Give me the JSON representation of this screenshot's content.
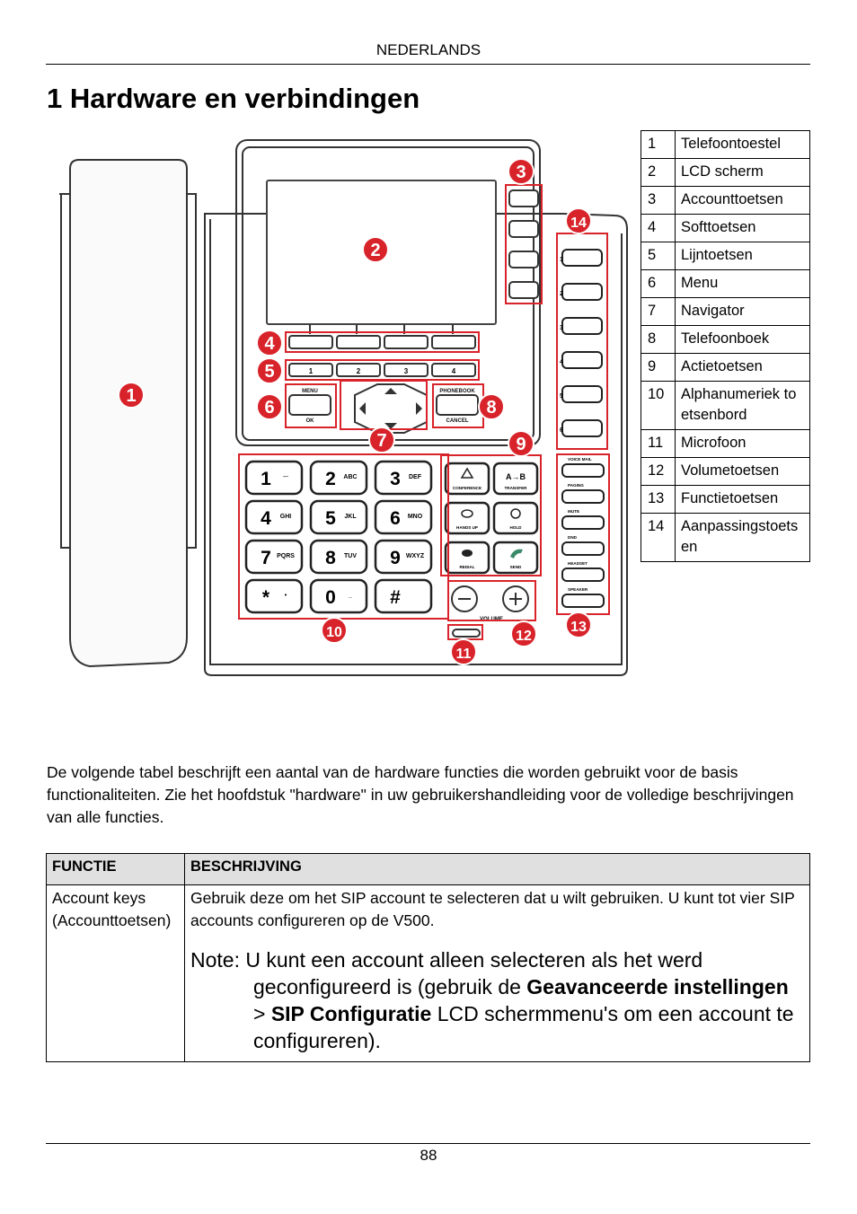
{
  "header": {
    "language": "NEDERLANDS"
  },
  "title": "1 Hardware en verbindingen",
  "legend": [
    {
      "num": "1",
      "label": "Telefoontoestel"
    },
    {
      "num": "2",
      "label": "LCD scherm"
    },
    {
      "num": "3",
      "label": "Accounttoetsen"
    },
    {
      "num": "4",
      "label": "Softtoetsen"
    },
    {
      "num": "5",
      "label": "Lijntoetsen"
    },
    {
      "num": "6",
      "label": "Menu"
    },
    {
      "num": "7",
      "label": "Navigator"
    },
    {
      "num": "8",
      "label": "Telefoonboek"
    },
    {
      "num": "9",
      "label": "Actietoetsen"
    },
    {
      "num": "10",
      "label": "Alphanumeriek toetsenbord"
    },
    {
      "num": "11",
      "label": "Microfoon"
    },
    {
      "num": "12",
      "label": "Volumetoetsen"
    },
    {
      "num": "13",
      "label": "Functietoetsen"
    },
    {
      "num": "14",
      "label": "Aanpassingstoetsen"
    }
  ],
  "figure": {
    "callouts": [
      "1",
      "2",
      "3",
      "4",
      "5",
      "6",
      "7",
      "8",
      "9",
      "10",
      "11",
      "12",
      "13",
      "14"
    ],
    "line_keys": [
      "1",
      "2",
      "3",
      "4"
    ],
    "menu_top": "MENU",
    "menu_bottom": "OK",
    "phonebook_top": "PHONEBOOK",
    "phonebook_bottom": "CANCEL",
    "keypad": [
      {
        "digit": "1",
        "sub": "∙∙∙"
      },
      {
        "digit": "2",
        "sub": "ABC"
      },
      {
        "digit": "3",
        "sub": "DEF"
      },
      {
        "digit": "4",
        "sub": "GHI"
      },
      {
        "digit": "5",
        "sub": "JKL"
      },
      {
        "digit": "6",
        "sub": "MNO"
      },
      {
        "digit": "7",
        "sub": "PQRS"
      },
      {
        "digit": "8",
        "sub": "TUV"
      },
      {
        "digit": "9",
        "sub": "WXYZ"
      },
      {
        "digit": "*",
        "sub": "•"
      },
      {
        "digit": "0",
        "sub": "_"
      },
      {
        "digit": "#",
        "sub": ""
      }
    ],
    "action_keys": [
      "CONFERENCE",
      "TRANSFER",
      "HANDS UP",
      "HOLD",
      "REDIAL",
      "SEND"
    ],
    "function_keys": [
      "VOICE MAIL",
      "PAGING",
      "MUTE",
      "DND",
      "HEADSET",
      "SPEAKER"
    ],
    "side_keys": [
      "1",
      "2",
      "3",
      "4",
      "5",
      "6"
    ],
    "volume_label": "VOLUME",
    "transfer_glyph": "A→B"
  },
  "intro": "De volgende tabel beschrijft een aantal van de hardware functies die worden gebruikt voor de basis functionaliteiten. Zie het hoofdstuk \"hardware\" in uw gebruikershandleiding voor de volledige beschrijvingen van alle functies.",
  "table": {
    "col1_header": "FUNCTIE",
    "col2_header": "BESCHRIJVING",
    "row1_col1": "Account keys (Accounttoetsen)",
    "row1_desc": "Gebruik deze om het SIP account te selecteren dat u wilt gebruiken. U kunt tot vier SIP accounts configureren op de V500.",
    "note_prefix": "Note: U kunt een account alleen selecteren als het werd geconfigureerd is (gebruik de ",
    "note_bold1": "Geavanceerde instellingen",
    "note_sep": " > ",
    "note_bold2": "SIP Configuratie",
    "note_suffix": " LCD schermmenu's om een account te configureren)."
  },
  "footer": {
    "page_number": "88"
  },
  "colors": {
    "callout": "#d8232a",
    "outline": "#333333"
  }
}
